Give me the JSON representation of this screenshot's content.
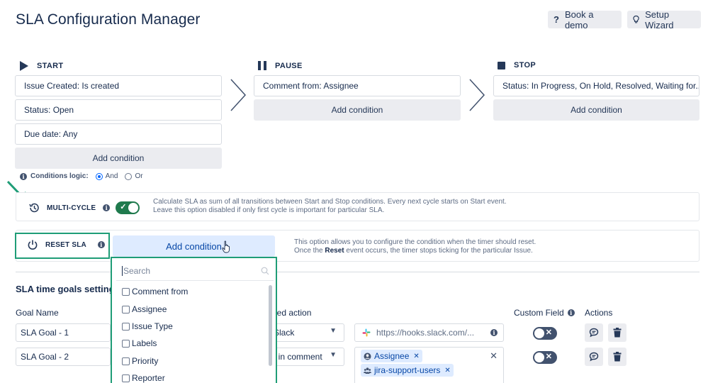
{
  "header": {
    "title": "SLA Configuration Manager",
    "book_demo": "Book a demo",
    "setup_wizard": "Setup Wizard"
  },
  "stages": {
    "start": {
      "label": "START",
      "conditions": [
        "Issue Created: Is created",
        "Status: Open",
        "Due date: Any"
      ],
      "add": "Add condition"
    },
    "pause": {
      "label": "PAUSE",
      "conditions": [
        "Comment from: Assignee"
      ],
      "add": "Add condition"
    },
    "stop": {
      "label": "STOP",
      "conditions": [
        "Status: In Progress, On Hold, Resolved, Waiting for..."
      ],
      "add": "Add condition"
    }
  },
  "logic": {
    "label": "Conditions logic:",
    "and": "And",
    "or": "Or",
    "selected": "And"
  },
  "multi_cycle": {
    "label": "MULTI-CYCLE",
    "desc1": "Calculate SLA as sum of all transitions between Start and Stop conditions. Every next cycle starts on Start event.",
    "desc2": "Leave this option disabled if only first cycle is important for particular SLA.",
    "enabled": true
  },
  "reset_sla": {
    "label": "RESET SLA",
    "add": "Add condition",
    "desc1": "This option allows you to configure the condition when the timer should reset.",
    "desc2_pre": "Once the ",
    "desc2_bold": "Reset",
    "desc2_post": " event occurs, the timer stops ticking for the particular Issue."
  },
  "goals": {
    "title": "SLA time goals setting",
    "col_goal": "Goal Name",
    "col_action": "ded action",
    "col_custom": "Custom Field",
    "col_actions": "Actions",
    "rows": [
      {
        "name": "SLA Goal - 1",
        "action": "Slack",
        "url": "https://hooks.slack.com/..."
      },
      {
        "name": "SLA Goal - 2",
        "action": "t in comment",
        "tags": [
          "Assignee",
          "jira-support-users"
        ]
      }
    ]
  },
  "dropdown": {
    "placeholder": "Search",
    "options": [
      "Comment from",
      "Assignee",
      "Issue Type",
      "Labels",
      "Priority",
      "Reporter"
    ]
  },
  "colors": {
    "accent_green": "#1f9d77",
    "toggle_green": "#1f7a4d",
    "link_blue": "#0065ff",
    "tag_bg": "#deebff"
  }
}
